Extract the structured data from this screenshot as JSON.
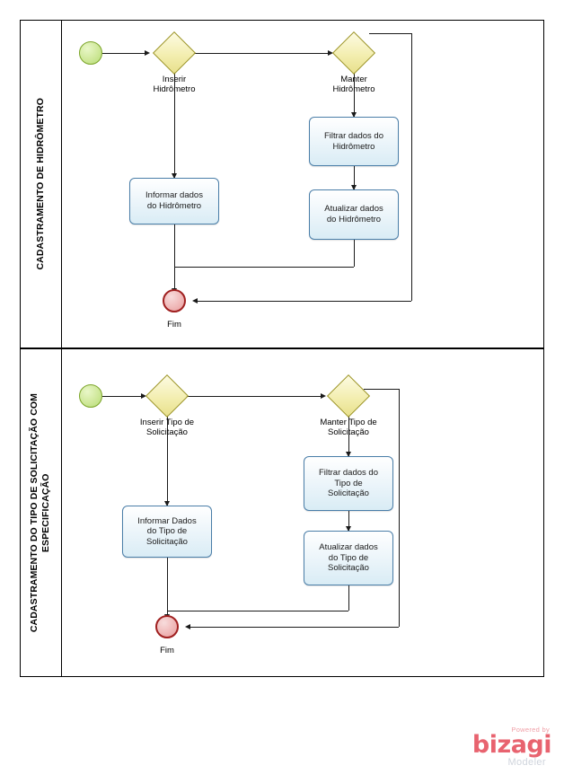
{
  "diagram": {
    "type": "bpmn-process",
    "pools": [
      {
        "title": "CADASTRAMENTO DE HIDRÔMETRO",
        "elements": {
          "start": "",
          "gateway_insert": "Inserir\nHidrômetro",
          "gateway_maintain": "Manter\nHidrômetro",
          "task_filter": "Filtrar dados do\nHidrômetro",
          "task_update": "Atualizar dados\ndo Hidrômetro",
          "task_inform": "Informar dados\ndo Hidrômetro",
          "end": "Fim"
        }
      },
      {
        "title": "CADASTRAMENTO DO TIPO DE SOLICITAÇÃO COM\nESPECIFICAÇÃO",
        "elements": {
          "start": "",
          "gateway_insert": "Inserir Tipo de\nSolicitação",
          "gateway_maintain": "Manter Tipo de\nSolicitação",
          "task_filter": "Filtrar dados do\nTipo de\nSolicitação",
          "task_update": "Atualizar dados\ndo Tipo de\nSolicitação",
          "task_inform": "Informar Dados\ndo Tipo de\nSolicitação",
          "end": "Fim"
        }
      }
    ]
  },
  "logo": {
    "powered_by": "Powered by",
    "brand": "bizagi",
    "product": "Modeler"
  },
  "colors": {
    "start_event": "#b5dd74",
    "start_event_border": "#7ba428",
    "end_event_border": "#a02020",
    "gateway_fill": "#f3eeb0",
    "gateway_border": "#9a9220",
    "task_border": "#4a7ea8",
    "connector": "#1a1a1a",
    "logo_brand": "#e8636f"
  }
}
